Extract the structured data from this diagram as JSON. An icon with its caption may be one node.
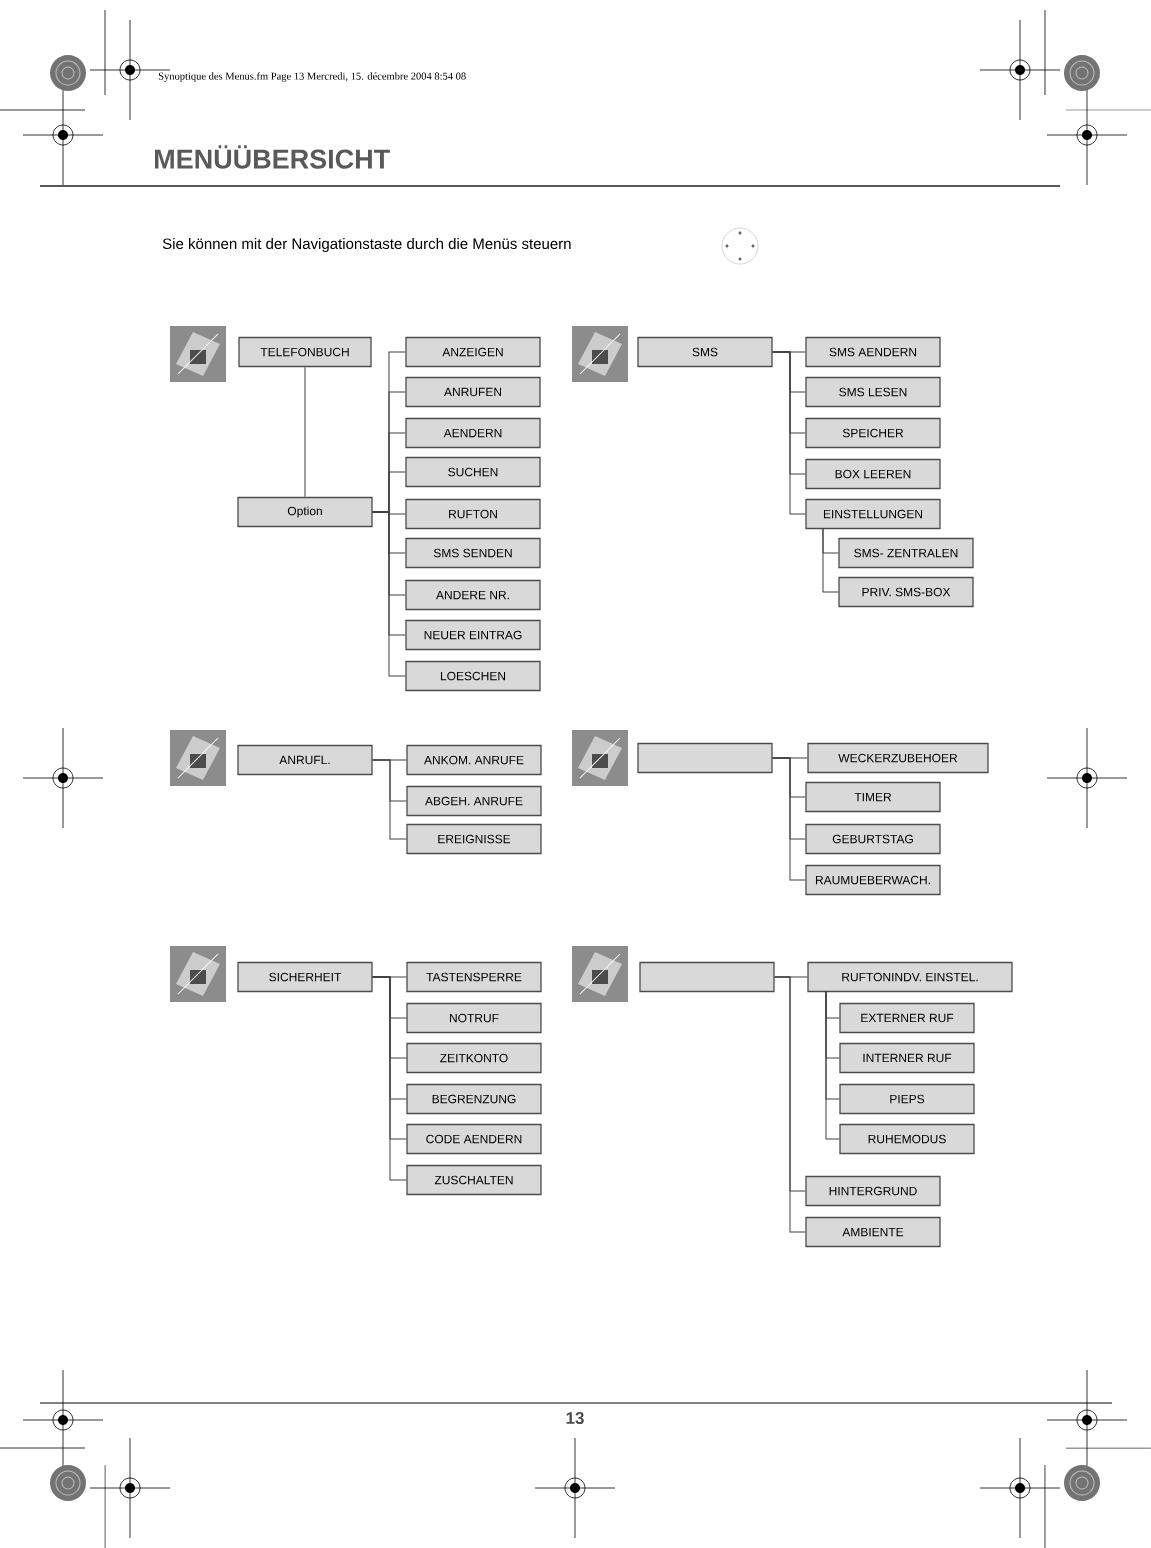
{
  "diagram": {
    "title": "MENÜÜBERSICHT",
    "nodes": [
      {
        "text": [
          "TELEFONBUCH"
        ]
      },
      {
        "text": [
          "Option"
        ]
      },
      {
        "text": [
          "ANZEIGEN"
        ]
      },
      {
        "text": [
          "ANRUFEN"
        ]
      },
      {
        "text": [
          "AENDERN"
        ]
      },
      {
        "text": [
          "SUCHEN"
        ]
      },
      {
        "text": [
          "RUFTON"
        ]
      },
      {
        "text": [
          "SMS SENDEN"
        ]
      },
      {
        "text": [
          "ANDERE NR."
        ]
      },
      {
        "text": [
          "NEUER EINTRAG"
        ]
      },
      {
        "text": [
          "LOESCHEN"
        ]
      },
      {
        "text": [
          "SMS"
        ]
      },
      {
        "text": [
          "SMS AENDERN"
        ]
      },
      {
        "text": [
          "SMS LESEN"
        ]
      },
      {
        "text": [
          "SPEICHER"
        ]
      },
      {
        "text": [
          "BOX LEEREN"
        ]
      },
      {
        "text": [
          "EINSTELLUNGEN"
        ]
      },
      {
        "text": [
          "SMS- ZENTRALEN"
        ]
      },
      {
        "text": [
          "PRIV. SMS-BOX"
        ]
      },
      {
        "text": [
          "ANRUFL."
        ]
      },
      {
        "text": [
          "ANKOM. ANRUFE"
        ]
      },
      {
        "text": [
          "ABGEH. ANRUFE"
        ]
      },
      {
        "text": [
          "EREIGNISSE"
        ]
      },
      {
        "text": [],
        "shape": "box"
      },
      {
        "text": [
          "WECKERZUBEHOER"
        ]
      },
      {
        "text": [
          "TIMER"
        ]
      },
      {
        "text": [
          "GEBURTSTAG"
        ]
      },
      {
        "text": [
          "RAUMUEBERWACH."
        ]
      },
      {
        "text": [
          "SICHERHEIT"
        ]
      },
      {
        "text": [
          "TASTENSPERRE"
        ]
      },
      {
        "text": [
          "NOTRUF"
        ]
      },
      {
        "text": [
          "ZEITKONTO"
        ]
      },
      {
        "text": [
          "BEGRENZUNG"
        ]
      },
      {
        "text": [
          "CODE AENDERN"
        ]
      },
      {
        "text": [
          "ZUSCHALTEN"
        ]
      },
      {
        "text": [],
        "shape": "box"
      },
      {
        "text": [
          "RUFTONINDV. EINSTEL."
        ]
      },
      {
        "text": [
          "EXTERNER RUF"
        ]
      },
      {
        "text": [
          "INTERNER RUF"
        ]
      },
      {
        "text": [
          "PIEPS"
        ]
      },
      {
        "text": [
          "RUHEMODUS"
        ]
      },
      {
        "text": [
          "HINTERGRUND"
        ]
      },
      {
        "text": [
          "AMBIENTE"
        ]
      }
    ],
    "edges": [
      {
        "from": 0,
        "to": 1,
        "arrow": "none"
      },
      {
        "from": 1,
        "to": 2,
        "arrow": "none"
      },
      {
        "from": 1,
        "to": 3,
        "arrow": "none"
      },
      {
        "from": 1,
        "to": 4,
        "arrow": "none"
      },
      {
        "from": 1,
        "to": 5,
        "arrow": "none"
      },
      {
        "from": 1,
        "to": 6,
        "arrow": "none"
      },
      {
        "from": 1,
        "to": 7,
        "arrow": "none"
      },
      {
        "from": 1,
        "to": 8,
        "arrow": "none"
      },
      {
        "from": 1,
        "to": 9,
        "arrow": "none"
      },
      {
        "from": 1,
        "to": 10,
        "arrow": "none"
      },
      {
        "from": 11,
        "to": 12,
        "arrow": "none"
      },
      {
        "from": 11,
        "to": 13,
        "arrow": "none"
      },
      {
        "from": 11,
        "to": 14,
        "arrow": "none"
      },
      {
        "from": 11,
        "to": 15,
        "arrow": "none"
      },
      {
        "from": 11,
        "to": 16,
        "arrow": "none"
      },
      {
        "from": 16,
        "to": 17,
        "arrow": "none"
      },
      {
        "from": 16,
        "to": 18,
        "arrow": "none"
      },
      {
        "from": 19,
        "to": 20,
        "arrow": "none"
      },
      {
        "from": 19,
        "to": 21,
        "arrow": "none"
      },
      {
        "from": 19,
        "to": 22,
        "arrow": "none"
      },
      {
        "from": 23,
        "to": 24,
        "arrow": "none"
      },
      {
        "from": 23,
        "to": 25,
        "arrow": "none"
      },
      {
        "from": 23,
        "to": 26,
        "arrow": "none"
      },
      {
        "from": 23,
        "to": 27,
        "arrow": "none"
      },
      {
        "from": 28,
        "to": 29,
        "arrow": "none"
      },
      {
        "from": 28,
        "to": 30,
        "arrow": "none"
      },
      {
        "from": 28,
        "to": 31,
        "arrow": "none"
      },
      {
        "from": 28,
        "to": 32,
        "arrow": "none"
      },
      {
        "from": 28,
        "to": 33,
        "arrow": "none"
      },
      {
        "from": 28,
        "to": 34,
        "arrow": "none"
      },
      {
        "from": 35,
        "to": 36,
        "arrow": "none"
      },
      {
        "from": 35,
        "to": 41,
        "arrow": "none"
      },
      {
        "from": 35,
        "to": 42,
        "arrow": "none"
      },
      {
        "from": 36,
        "to": 37,
        "arrow": "none"
      },
      {
        "from": 36,
        "to": 38,
        "arrow": "none"
      },
      {
        "from": 36,
        "to": 39,
        "arrow": "none"
      },
      {
        "from": 36,
        "to": 40,
        "arrow": "none"
      }
    ],
    "labels": [
      "Synoptique des Menus.fm  Page 13  Mercredi, 15. décembre 2004  8:54 08",
      "Sie können mit der Navigationstaste durch die Menüs steuern",
      "13"
    ]
  }
}
